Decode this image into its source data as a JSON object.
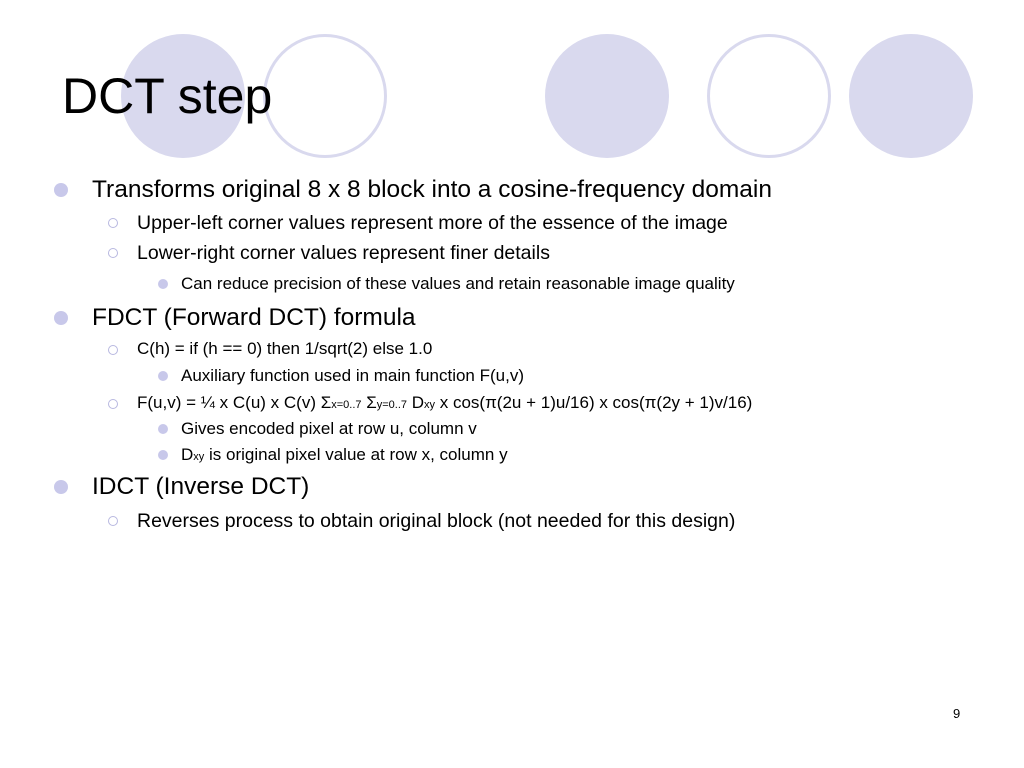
{
  "slide": {
    "title": "DCT step",
    "page_number": "9",
    "bullets": {
      "b1": "Transforms original 8 x 8 block into a cosine-frequency domain",
      "b1_1": "Upper-left corner values represent more of the essence of the image",
      "b1_2": "Lower-right corner values represent finer details",
      "b1_2_1": "Can reduce precision of these values and retain reasonable image quality",
      "b2": "FDCT (Forward DCT) formula",
      "b2_1": "C(h) = if (h == 0) then 1/sqrt(2) else 1.0",
      "b2_1_1": "Auxiliary function used in main function F(u,v)",
      "b2_2": {
        "part1": "F(u,v) = ¼ x C(u) x C(v) Σ",
        "sub1": "x=0..7",
        "part2": " Σ",
        "sub2": "y=0..7",
        "part3": " D",
        "sub3": "xy",
        "part4": " x cos(π(2u + 1)u/16) x cos(π(2y + 1)v/16)"
      },
      "b2_2_1": "Gives encoded pixel at row u, column v",
      "b2_2_2": {
        "part1": "D",
        "sub1": "xy",
        "part2": " is original pixel value at row x, column y"
      },
      "b3": "IDCT (Inverse DCT)",
      "b3_1": "Reverses process to obtain original block (not needed for this design)"
    }
  },
  "colors": {
    "decor_circle": "#d9d9ee",
    "bullet": "#c8c8ea"
  }
}
